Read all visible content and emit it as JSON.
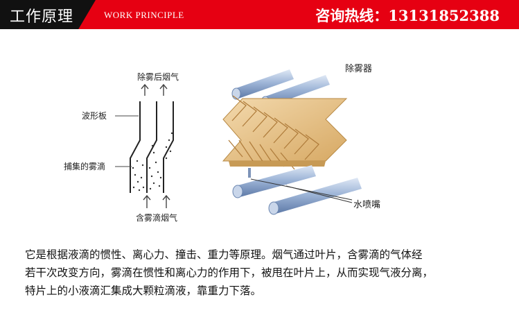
{
  "header": {
    "title_cn": "工作原理",
    "title_en": "WORK PRINCIPLE",
    "hotline": "咨询热线：13131852388"
  },
  "diagram": {
    "label_top": "除雾后烟气",
    "label_plate": "波形板",
    "label_droplets": "捕集的雾滴",
    "label_bottom": "含雾滴烟气",
    "label_demister": "除雾器",
    "label_nozzle": "水喷嘴"
  },
  "description": {
    "line1": "它是根据液滴的惯性、离心力、撞击、重力等原理。烟气通过叶片，含雾滴的气体经",
    "line2": "若干次改变方向，雾滴在惯性和离心力的作用下，被甩在叶片上，从而实现气液分离，",
    "line3": "特片上的小液滴汇集成大颗粒滴液，靠重力下落。"
  },
  "colors": {
    "header_red": "#e60012",
    "header_black": "#111111",
    "pipe_blue": "#8aa7cf",
    "plate_tan": "#e8c590"
  }
}
